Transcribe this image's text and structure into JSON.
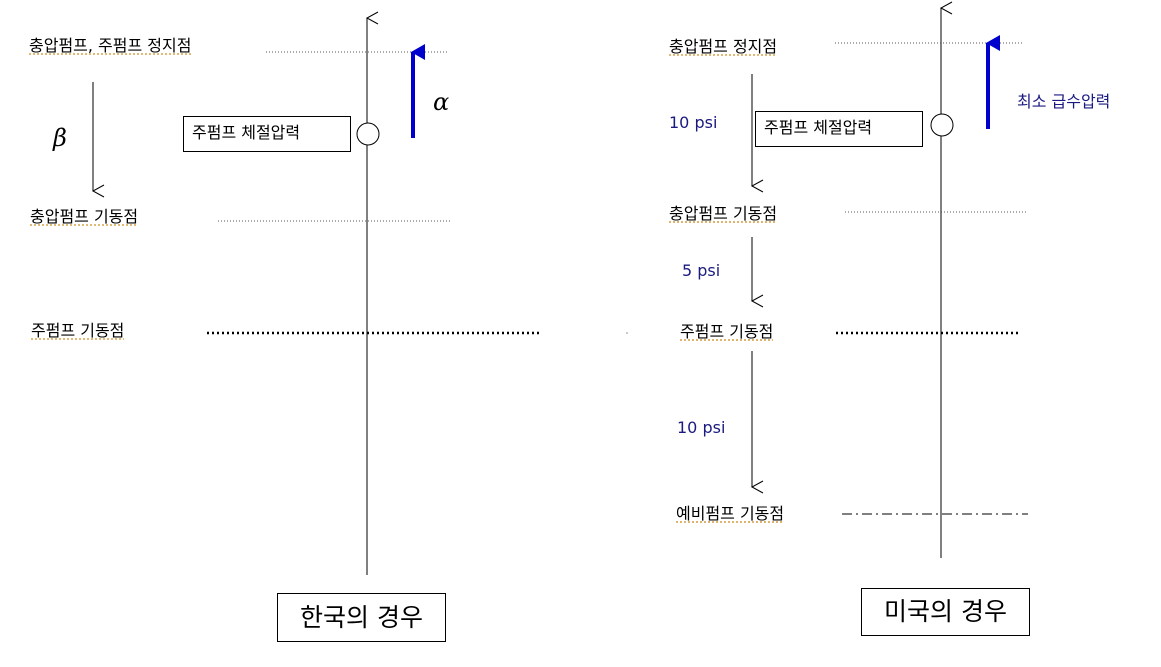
{
  "korea": {
    "caption": "한국의 경우",
    "labels": {
      "stop": "충압펌프, 주펌프 정지점",
      "jockey_start": "충압펌프 기동점",
      "main_start": "주펌프 기동점"
    },
    "box_label": "주펌프 체절압력",
    "alpha": "α",
    "beta": "β"
  },
  "usa": {
    "caption": "미국의 경우",
    "labels": {
      "stop": "충압펌프 정지점",
      "jockey_start": "충압펌프 기동점",
      "main_start": "주펌프 기동점",
      "standby_start": "예비펌프 기동점"
    },
    "box_label": "주펌프 체절압력",
    "min_pressure": "최소 급수압력",
    "intervals": [
      "10 psi",
      "5 psi",
      "10 psi"
    ]
  },
  "colors": {
    "arrow_blue": "#0000cc",
    "psi_text": "#1a1a80",
    "line": "#000000"
  }
}
